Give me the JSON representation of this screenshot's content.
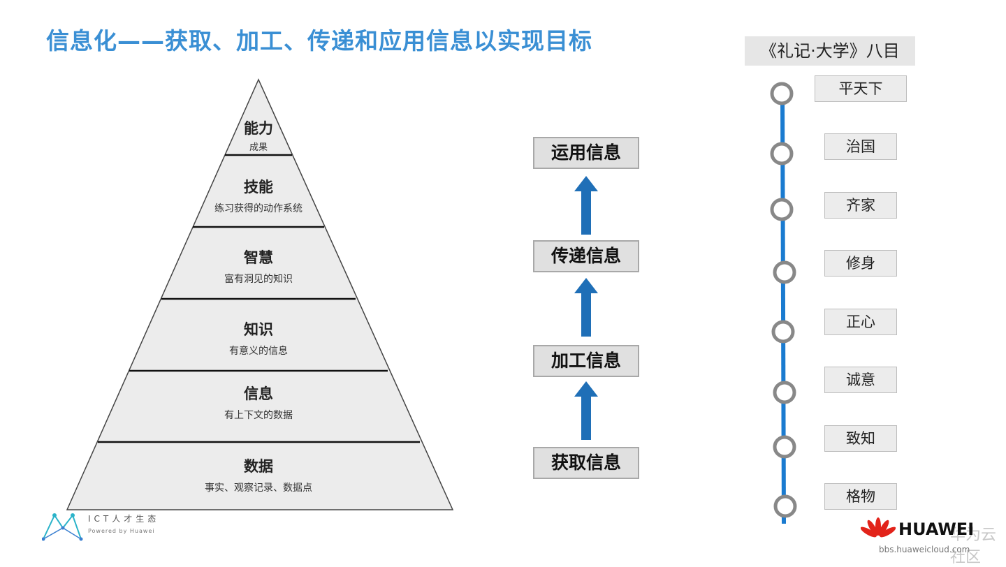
{
  "title": "信息化——获取、加工、传递和应用信息以实现目标",
  "pyramid": {
    "tiers": [
      {
        "title": "能力",
        "desc": "成果"
      },
      {
        "title": "技能",
        "desc": "练习获得的动作系统"
      },
      {
        "title": "智慧",
        "desc": "富有洞见的知识"
      },
      {
        "title": "知识",
        "desc": "有意义的信息"
      },
      {
        "title": "信息",
        "desc": "有上下文的数据"
      },
      {
        "title": "数据",
        "desc": "事实、观察记录、数据点"
      }
    ]
  },
  "flow": {
    "steps": [
      "运用信息",
      "传递信息",
      "加工信息",
      "获取信息"
    ]
  },
  "liji": {
    "title": "《礼记·大学》八目",
    "items": [
      "平天下",
      "治国",
      "齐家",
      "修身",
      "正心",
      "诚意",
      "致知",
      "格物"
    ]
  },
  "logos": {
    "ict_text": "ICT人才生态",
    "ict_sub": "Powered by Huawei",
    "huawei_brand": "HUAWEI",
    "huawei_community": "华为云社区",
    "huawei_url": "bbs.huaweicloud.com"
  },
  "colors": {
    "title": "#3a8fd4",
    "arrow": "#1f6fb7",
    "timeline": "#1a7bd0",
    "pyramid_fill": "#ececec"
  }
}
